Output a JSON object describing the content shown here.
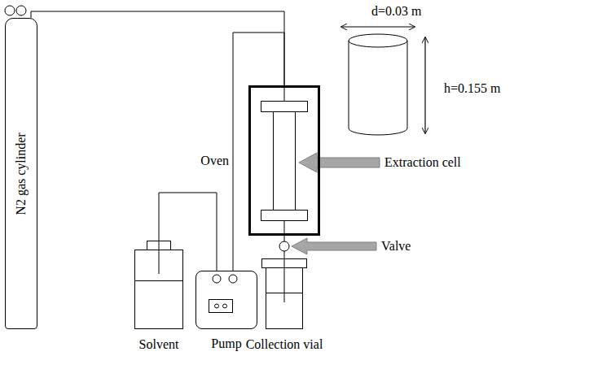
{
  "diagram": {
    "nodes": [
      {
        "text": [
          "N2 gas cylinder"
        ]
      },
      {
        "text": [
          "Solvent"
        ]
      },
      {
        "text": [
          "Pump"
        ]
      },
      {
        "text": [
          "Oven"
        ]
      },
      {
        "text": [
          "Collection vial"
        ]
      }
    ],
    "edges": [
      {
        "from": 0,
        "to": 3,
        "arrow": "none"
      },
      {
        "from": 1,
        "to": 2,
        "arrow": "none"
      },
      {
        "from": 2,
        "to": 3,
        "arrow": "none"
      },
      {
        "from": 3,
        "to": 4,
        "arrow": "none"
      }
    ],
    "labels": [
      "d=0.03 m",
      "h=0.155 m",
      "Extraction cell",
      "Valve"
    ]
  }
}
